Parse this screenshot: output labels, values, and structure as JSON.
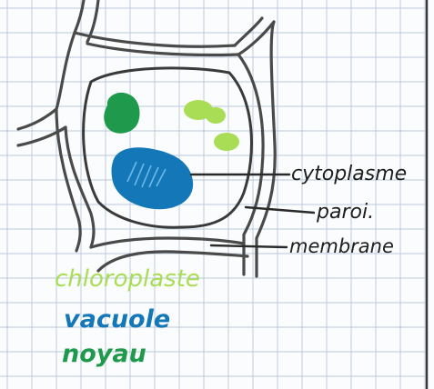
{
  "labels": {
    "cytoplasme": "cytoplasme",
    "paroi": "paroi.",
    "membrane": "membrane"
  },
  "legend": {
    "chloroplaste": "chloroplaste",
    "vacuole": "vacuole",
    "noyau": "noyau"
  },
  "colors": {
    "paper": "#fbfcfd",
    "grid": "#b9c7dc",
    "margin_line": "#3a3a3a",
    "ink": "#2a2a2a",
    "cell_wall": "#4a4a4a",
    "chloroplaste": "#a9dd55",
    "vacuole": "#1477b7",
    "noyau": "#1f9a4c"
  }
}
